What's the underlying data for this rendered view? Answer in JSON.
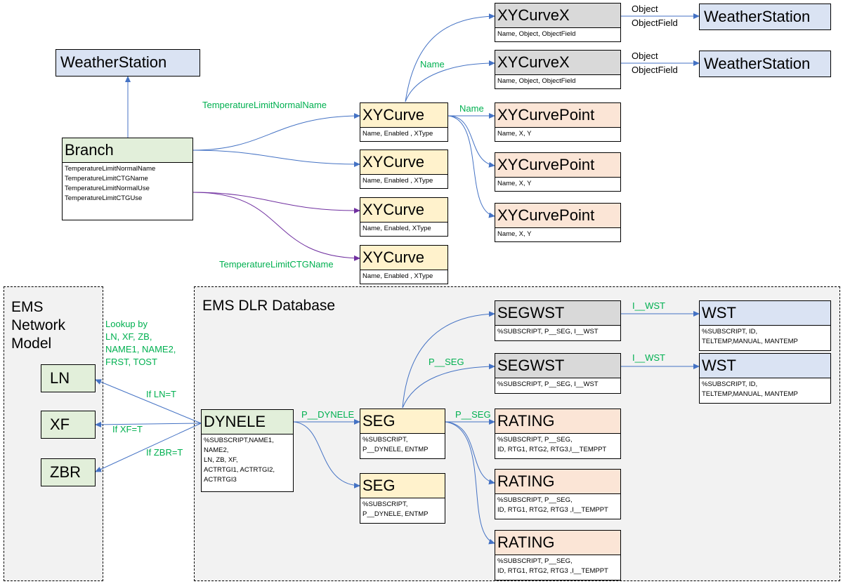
{
  "regions": {
    "ems_network_model": {
      "title": "EMS\nNetwork\nModel"
    },
    "ems_dlr_database": {
      "title": "EMS DLR Database"
    }
  },
  "nodes": {
    "ws_top_left": {
      "title": "WeatherStation"
    },
    "branch": {
      "title": "Branch",
      "fields": "TemperatureLimitNormalName\nTemperatureLimitCTGName\nTemperatureLimitNormalUse\nTemperatureLimitCTGUse"
    },
    "xyc1": {
      "title": "XYCurve",
      "fields": "Name, Enabled , XType"
    },
    "xyc2": {
      "title": "XYCurve",
      "fields": "Name, Enabled , XType"
    },
    "xyc3": {
      "title": "XYCurve",
      "fields": "Name, Enabled, XType"
    },
    "xyc4": {
      "title": "XYCurve",
      "fields": "Name, Enabled , XType"
    },
    "xycx1": {
      "title": "XYCurveX",
      "fields": "Name, Object, ObjectField"
    },
    "xycx2": {
      "title": "XYCurveX",
      "fields": "Name, Object, ObjectField"
    },
    "ws1": {
      "title": "WeatherStation"
    },
    "ws2": {
      "title": "WeatherStation"
    },
    "xyp1": {
      "title": "XYCurvePoint",
      "fields": "Name, X, Y"
    },
    "xyp2": {
      "title": "XYCurvePoint",
      "fields": "Name, X, Y"
    },
    "xyp3": {
      "title": "XYCurvePoint",
      "fields": "Name, X, Y"
    },
    "ln": {
      "title": "LN"
    },
    "xf": {
      "title": "XF"
    },
    "zbr": {
      "title": "ZBR"
    },
    "dynele": {
      "title": "DYNELE",
      "fields": "%SUBSCRIPT,NAME1,\nNAME2,\nLN, ZB, XF,\nACTRTGI1, ACTRTGI2,\nACTRTGI3"
    },
    "seg1": {
      "title": "SEG",
      "fields": "%SUBSCRIPT,\nP__DYNELE, ENTMP"
    },
    "seg2": {
      "title": "SEG",
      "fields": "%SUBSCRIPT,\nP__DYNELE, ENTMP"
    },
    "segwst1": {
      "title": "SEGWST",
      "fields": "%SUBSCRIPT, P__SEG, I__WST"
    },
    "segwst2": {
      "title": "SEGWST",
      "fields": "%SUBSCRIPT, P__SEG, I__WST"
    },
    "wst1": {
      "title": "WST",
      "fields": "%SUBSCRIPT, ID,\nTELTEMP,MANUAL, MANTEMP"
    },
    "wst2": {
      "title": "WST",
      "fields": "%SUBSCRIPT, ID,\nTELTEMP,MANUAL, MANTEMP"
    },
    "rating1": {
      "title": "RATING",
      "fields": "%SUBSCRIPT, P__SEG,\nID, RTG1, RTG2, RTG3,I__TEMPPT"
    },
    "rating2": {
      "title": "RATING",
      "fields": "%SUBSCRIPT, P__SEG,\nID, RTG1, RTG2, RTG3 ,I__TEMPPT"
    },
    "rating3": {
      "title": "RATING",
      "fields": "%SUBSCRIPT, P__SEG,\nID, RTG1, RTG2, RTG3 ,I__TEMPPT"
    }
  },
  "labels": {
    "temp_limit_normal_name": "TemperatureLimitNormalName",
    "temp_limit_ctg_name": "TemperatureLimitCTGName",
    "name_upper": "Name",
    "name_point": "Name",
    "object_1": "Object",
    "object_field_1": "ObjectField",
    "object_2": "Object",
    "object_field_2": "ObjectField",
    "lookup_by": "Lookup by\nLN, XF, ZB,\nNAME1, NAME2,\nFRST, TOST",
    "if_ln": "If LN=T",
    "if_xf": "If XF=T",
    "if_zbr": "If ZBR=T",
    "p_dynele": "P__DYNELE",
    "p_seg_upper": "P__SEG",
    "p_seg_rating": "P__SEG",
    "i_wst_1": "I__WST",
    "i_wst_2": "I__WST"
  },
  "colors": {
    "arrow_blue": "#4472c4",
    "arrow_purple": "#7030a0",
    "label_green": "#00b050",
    "header_gray": "#d9d9d9",
    "header_blue": "#dae3f3",
    "header_green": "#e2efda",
    "header_yellow": "#fff2cc",
    "header_peach": "#fbe5d6",
    "region_fill": "#f2f2f2"
  }
}
